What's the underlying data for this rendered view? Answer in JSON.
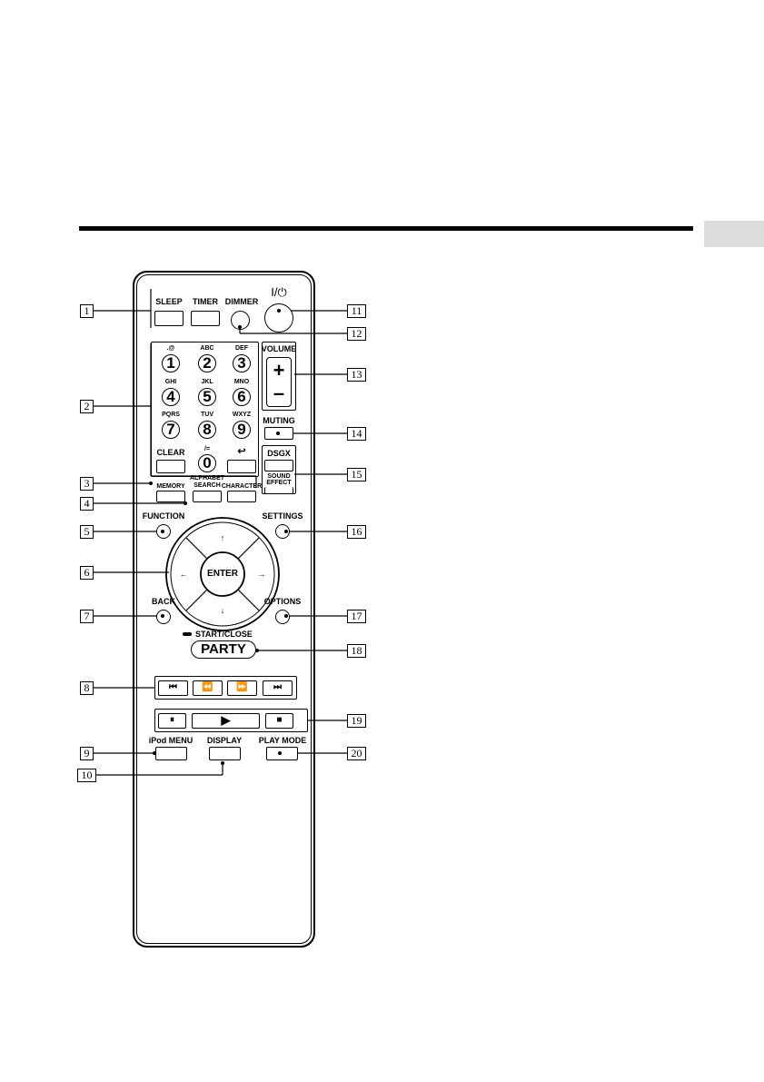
{
  "callouts": [
    "1",
    "2",
    "3",
    "4",
    "5",
    "6",
    "7",
    "8",
    "9",
    "10",
    "11",
    "12",
    "13",
    "14",
    "15",
    "16",
    "17",
    "18",
    "19",
    "20"
  ],
  "top_buttons": {
    "sleep": "SLEEP",
    "timer": "TIMER",
    "dimmer": "DIMMER",
    "power": "I/⏻"
  },
  "keypad": {
    "letters": [
      ".@",
      "ABC",
      "DEF",
      "GHI",
      "JKL",
      "MNO",
      "PQRS",
      "TUV",
      "WXYZ"
    ],
    "digits": [
      "1",
      "2",
      "3",
      "4",
      "5",
      "6",
      "7",
      "8",
      "9"
    ],
    "clear": "CLEAR",
    "zero_label": "/=",
    "zero": "0",
    "back_arrow": "↩"
  },
  "volume": {
    "label": "VOLUME",
    "plus": "+",
    "minus": "–"
  },
  "muting": "MUTING",
  "dsgx": "DSGX",
  "sound_effect": [
    "SOUND",
    "EFFECT"
  ],
  "memory": "MEMORY",
  "alphabet_search": [
    "ALPHABET",
    "SEARCH"
  ],
  "character": "CHARACTER",
  "function": "FUNCTION",
  "settings": "SETTINGS",
  "enter": "ENTER",
  "arrows": {
    "up": "↑",
    "down": "↓",
    "left": "←",
    "right": "→"
  },
  "back": "BACK",
  "options": "OPTIONS",
  "start_close": "START/CLOSE",
  "party": "PARTY",
  "transport_top": [
    "⏮",
    "⏪",
    "⏩",
    "⏭"
  ],
  "transport_bottom": {
    "pause": "⏸",
    "play": "▶",
    "stop": "■"
  },
  "ipod_menu": "iPod MENU",
  "display": "DISPLAY",
  "play_mode": "PLAY MODE"
}
